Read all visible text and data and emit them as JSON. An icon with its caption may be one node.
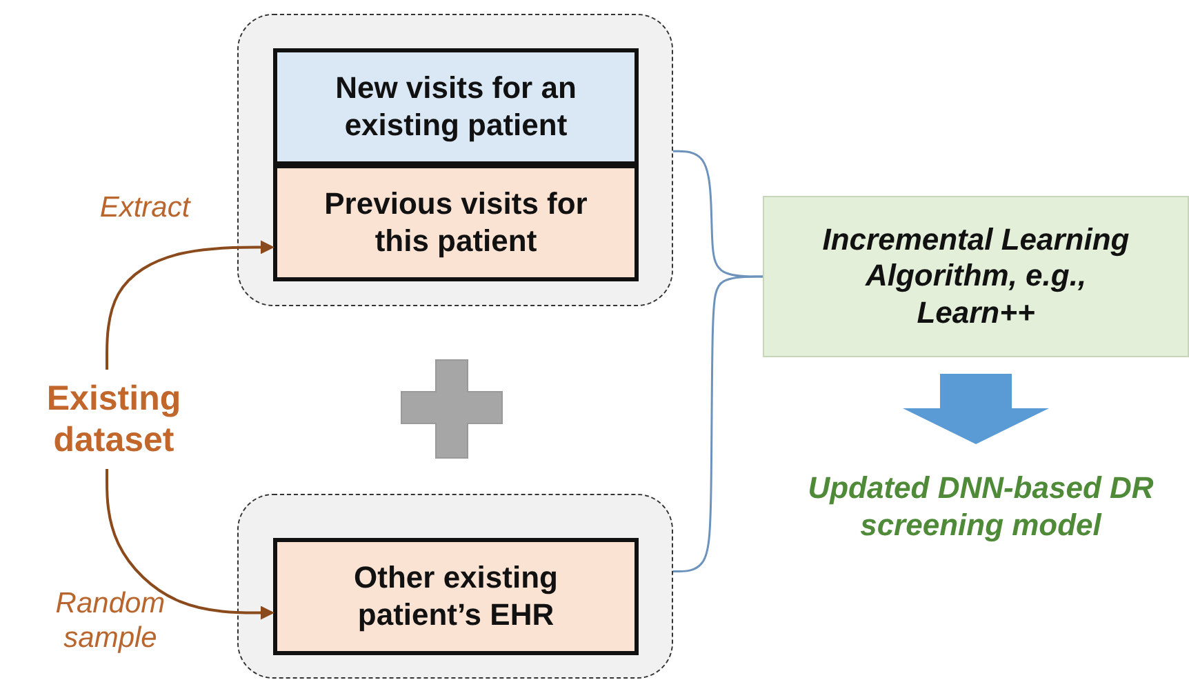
{
  "diagram": {
    "nodes": [
      {
        "text": [],
        "shape": "box"
      },
      {
        "text": [
          "New visits for an existing patient"
        ],
        "in": 0
      },
      {
        "text": [
          "Previous visits for this patient"
        ],
        "in": 0
      },
      {
        "text": [],
        "shape": "box"
      },
      {
        "text": [
          "Other existing patient’s EHR"
        ],
        "in": 3
      },
      {
        "text": [
          "Existing dataset"
        ]
      },
      {
        "text": [
          "Incremental Learning Algorithm, e.g., Learn++"
        ]
      },
      {
        "text": [
          "Updated DNN-based DR screening model"
        ]
      }
    ],
    "edges": [
      {
        "from": 5,
        "to": 2,
        "arrow": "to",
        "label": "Extract",
        "color": "#8b4a1c"
      },
      {
        "from": 5,
        "to": 4,
        "arrow": "to",
        "label": "Random sample",
        "color": "#8b4a1c"
      },
      {
        "from": 0,
        "to": 6,
        "arrow": "none",
        "color": "#6d93bd"
      },
      {
        "from": 3,
        "to": 6,
        "arrow": "none",
        "color": "#6d93bd"
      },
      {
        "from": 6,
        "to": 7,
        "arrow": "to",
        "style": "thick",
        "color": "#5b9bd5"
      }
    ]
  }
}
